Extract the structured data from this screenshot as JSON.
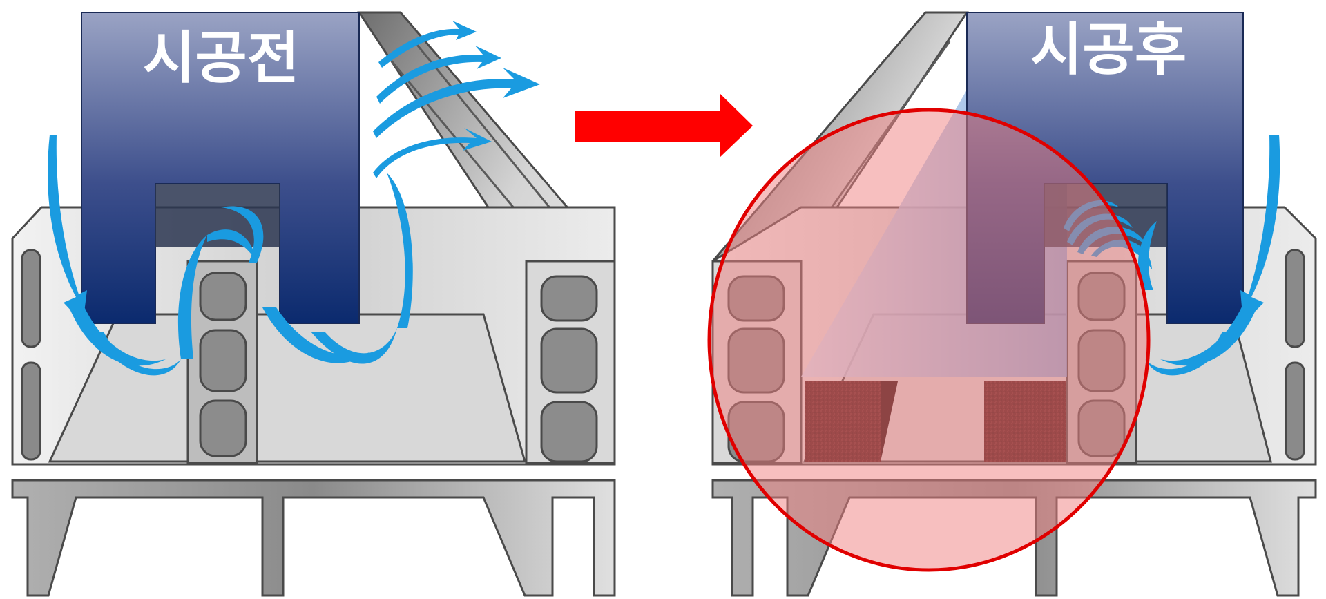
{
  "before": {
    "label": "시공전"
  },
  "after": {
    "label": "시공후"
  },
  "colors": {
    "sash_top": "#9aa3c4",
    "sash_bottom": "#0b2a6e",
    "frame_light": "#e4e4e4",
    "frame_mid": "#c4c4c4",
    "frame_dark": "#777777",
    "outline": "#4a4a4a",
    "airflow": "#1a9be0",
    "arrow": "#ff0000",
    "highlight_fill": "#f08080",
    "highlight_stroke": "#e00000",
    "seal_block": "#4a1414",
    "glass": "#a9c9ef"
  },
  "icons": {
    "transition": "right-arrow-icon",
    "airflow": "airflow-arrow-icon",
    "highlight": "highlight-circle"
  }
}
